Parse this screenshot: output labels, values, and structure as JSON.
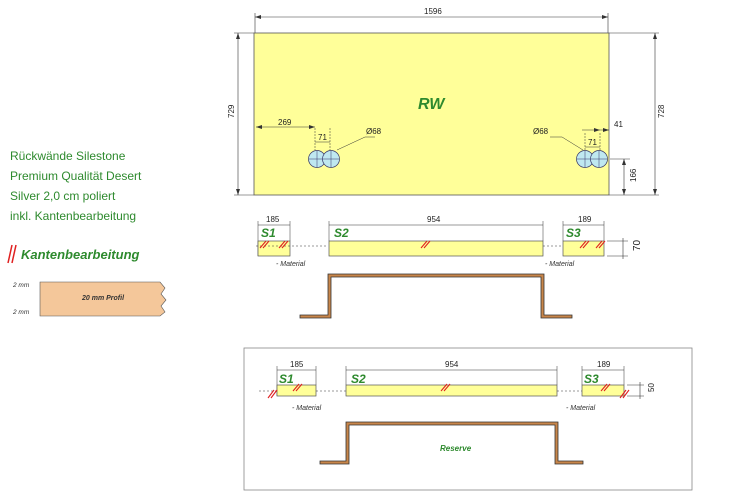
{
  "description": {
    "lines": [
      "Rückwände Silestone",
      "Premium Qualität Desert",
      "Silver 2,0 cm poliert",
      "inkl. Kantenbearbeitung"
    ]
  },
  "legend": {
    "edge_label": "Kantenbearbeitung",
    "profile_label": "20 mm Profil",
    "thickness_top": "2 mm",
    "thickness_bottom": "2 mm"
  },
  "rw_panel": {
    "label": "RW",
    "width": "1596",
    "height_left": "729",
    "height_right": "728",
    "hole_offset_left": "269",
    "hole_spacing_left": "71",
    "hole_diameter_left": "Ø68",
    "hole_diameter_right": "Ø68",
    "hole_spacing_right": "71",
    "hole_offset_right": "41",
    "hole_height": "166"
  },
  "strips_top": {
    "s1_label": "S1",
    "s2_label": "S2",
    "s3_label": "S3",
    "s1_width": "185",
    "s2_width": "954",
    "s3_width": "189",
    "height": "70",
    "material_left": "- Material",
    "material_right": "- Material"
  },
  "strips_reserve": {
    "s1_label": "S1",
    "s2_label": "S2",
    "s3_label": "S3",
    "s1_width": "185",
    "s2_width": "954",
    "s3_width": "189",
    "height": "50",
    "material_left": "- Material",
    "material_right": "- Material",
    "reserve_label": "Reserve"
  },
  "colors": {
    "panel_fill": "#ffff99",
    "label_green": "#2e8a2e",
    "edge_red": "#e02020",
    "profile_fill": "#f4c79a",
    "bracket_fill": "#c8864a"
  }
}
